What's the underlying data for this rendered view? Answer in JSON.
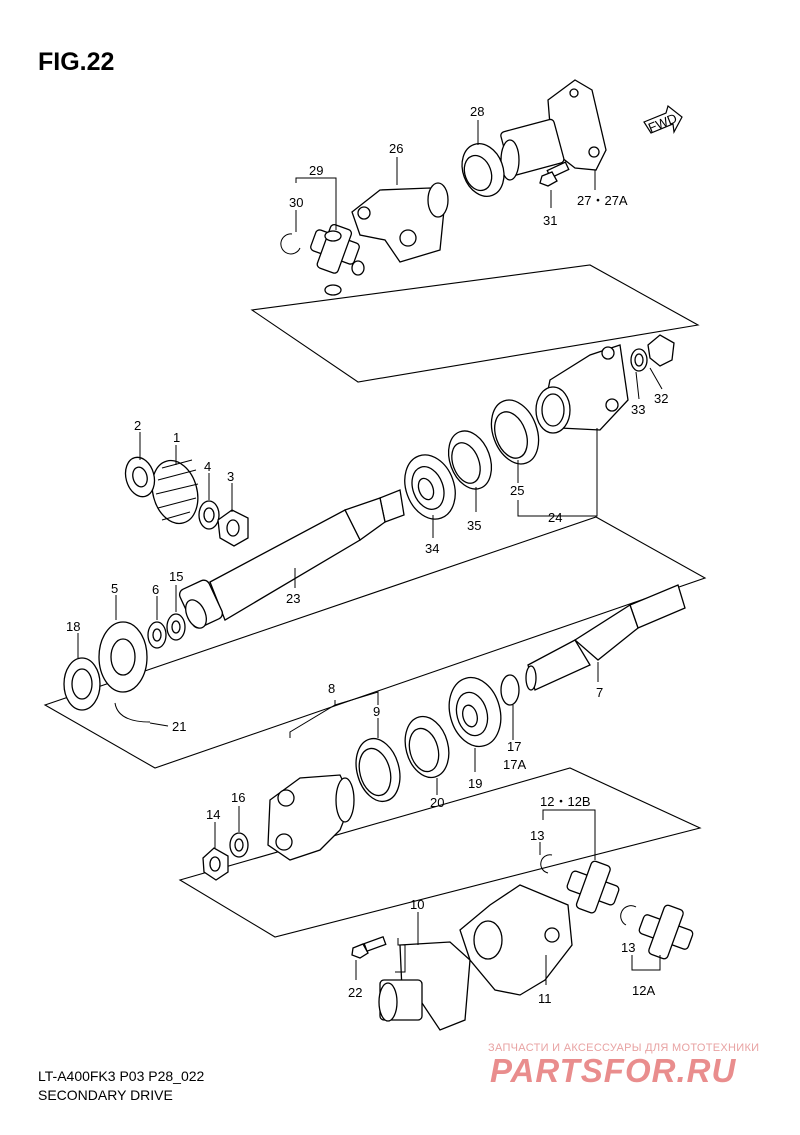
{
  "figure": {
    "title": "FIG.22",
    "model_code": "LT-A400FK3 P03 P28_022",
    "subtitle": "SECONDARY DRIVE"
  },
  "direction_label": "FWD",
  "watermark": {
    "tagline": "ЗАПЧАСТИ И АКСЕССУАРЫ ДЛЯ МОТОТЕХНИКИ",
    "logo_text": "PARTSFOR.RU",
    "color": "#e98d8d"
  },
  "callouts": [
    {
      "id": "c1",
      "text": "1"
    },
    {
      "id": "c2",
      "text": "2"
    },
    {
      "id": "c3",
      "text": "3"
    },
    {
      "id": "c4",
      "text": "4"
    },
    {
      "id": "c5",
      "text": "5"
    },
    {
      "id": "c6",
      "text": "6"
    },
    {
      "id": "c7",
      "text": "7"
    },
    {
      "id": "c8",
      "text": "8"
    },
    {
      "id": "c9",
      "text": "9"
    },
    {
      "id": "c10",
      "text": "10"
    },
    {
      "id": "c11",
      "text": "11"
    },
    {
      "id": "c12",
      "text": "12・12B"
    },
    {
      "id": "c12a",
      "text": "12A"
    },
    {
      "id": "c13a",
      "text": "13"
    },
    {
      "id": "c13b",
      "text": "13"
    },
    {
      "id": "c14",
      "text": "14"
    },
    {
      "id": "c15",
      "text": "15"
    },
    {
      "id": "c16",
      "text": "16"
    },
    {
      "id": "c17",
      "text": "17"
    },
    {
      "id": "c17a",
      "text": "17A"
    },
    {
      "id": "c18",
      "text": "18"
    },
    {
      "id": "c19",
      "text": "19"
    },
    {
      "id": "c20",
      "text": "20"
    },
    {
      "id": "c21",
      "text": "21"
    },
    {
      "id": "c22",
      "text": "22"
    },
    {
      "id": "c23",
      "text": "23"
    },
    {
      "id": "c24",
      "text": "24"
    },
    {
      "id": "c25",
      "text": "25"
    },
    {
      "id": "c26",
      "text": "26"
    },
    {
      "id": "c27",
      "text": "27・27A"
    },
    {
      "id": "c28",
      "text": "28"
    },
    {
      "id": "c29",
      "text": "29"
    },
    {
      "id": "c30",
      "text": "30"
    },
    {
      "id": "c31",
      "text": "31"
    },
    {
      "id": "c32",
      "text": "32"
    },
    {
      "id": "c33",
      "text": "33"
    },
    {
      "id": "c34",
      "text": "34"
    },
    {
      "id": "c35",
      "text": "35"
    }
  ]
}
